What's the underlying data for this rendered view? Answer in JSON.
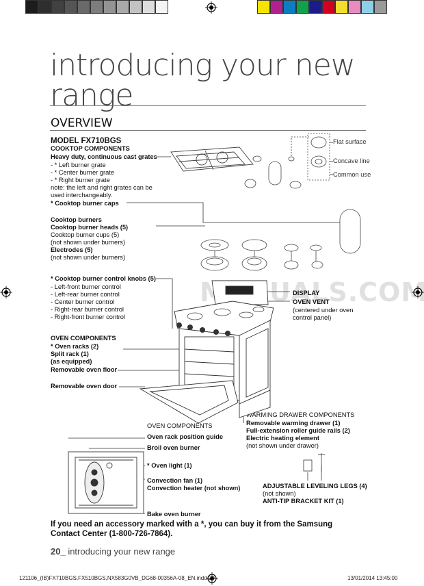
{
  "colors": {
    "gray_swatches": [
      "#1c1c1c",
      "#2e2e2e",
      "#414141",
      "#555555",
      "#696969",
      "#7d7d7d",
      "#939393",
      "#a9a9a9",
      "#c2c2c2",
      "#dddddd",
      "#f4f4f4"
    ],
    "color_swatches": [
      "#f4e400",
      "#b0208e",
      "#0a7ec2",
      "#10a24a",
      "#1b1b8a",
      "#d40020",
      "#f2de2c",
      "#e98bbf",
      "#8ecfe8",
      "#9a9a9a"
    ]
  },
  "header": {
    "title_line1": "introducing your new",
    "title_line2": "range",
    "section": "OVERVIEW"
  },
  "model": "MODEL FX710BGS",
  "cooktop": {
    "heading": "COOKTOP COMPONENTS",
    "grates": "Heavy duty, continuous cast grates",
    "left": "- * Left burner grate",
    "center": "- * Center burner grate",
    "right": "- * Right burner grate",
    "note1": "note: the left and right grates can be",
    "note2": "used interchangeably.",
    "caps": "* Cooktop burner caps",
    "burners": "Cooktop burners",
    "heads": "Cooktop burner heads (5)",
    "cups": "Cooktop burner cups (5)",
    "cups_note": "(not shown under burners)",
    "electrodes": "Electrodes (5)",
    "electrodes_note": "(not shown under burners)"
  },
  "caps_types": {
    "flat": "Flat surface",
    "concave": "Concave line",
    "common": "Common use"
  },
  "knobs": {
    "heading": "* Cooktop burner control knobs (5)",
    "items": [
      "- Left-front burner control",
      "- Left-rear burner control",
      "- Center burner control",
      "- Right-rear burner control",
      "- Right-front burner control"
    ]
  },
  "display": {
    "display": "DISPLAY",
    "vent": "OVEN VENT",
    "vent_note1": "(centered under oven",
    "vent_note2": "control panel)"
  },
  "oven": {
    "heading": "OVEN COMPONENTS",
    "racks": "* Oven racks (2)",
    "split": "Split rack (1)",
    "equipped": "(as equipped)",
    "floor": "Removable oven floor",
    "door": "Removable oven door"
  },
  "warming": {
    "heading": "WARMING DRAWER COMPONENTS",
    "drawer": "Removable warming drawer (1)",
    "rails": "Full-extension roller guide rails (2)",
    "element": "Electric heating element",
    "note": "(not shown under drawer)"
  },
  "oven2": {
    "heading": "OVEN COMPONENTS",
    "rack_guide": "Oven rack position guide",
    "broil": "Broil oven burner",
    "light": "* Oven light (1)",
    "fan": "Convection fan (1)",
    "heater": "Convection heater (not shown)",
    "bake": "Bake oven burner"
  },
  "legs": {
    "legs": "ADJUSTABLE LEVELING LEGS (4)",
    "note": "(not shown)",
    "kit": "ANTI-TIP BRACKET KIT (1)"
  },
  "accessory": {
    "line1": "If you need an accessory marked with a *, you can buy it from the Samsung",
    "line2": "Contact Center (1-800-726-7864)."
  },
  "page_label": {
    "number": "20_",
    "text": " introducing your new range"
  },
  "watermark": "MANUALS.COM",
  "footer": {
    "file": "121106_(IB)FX710BGS,FX510BGS,NX583G0VB_DG68-00356A-08_EN.indd  20",
    "date": "13/01/2014   13:45:00"
  }
}
